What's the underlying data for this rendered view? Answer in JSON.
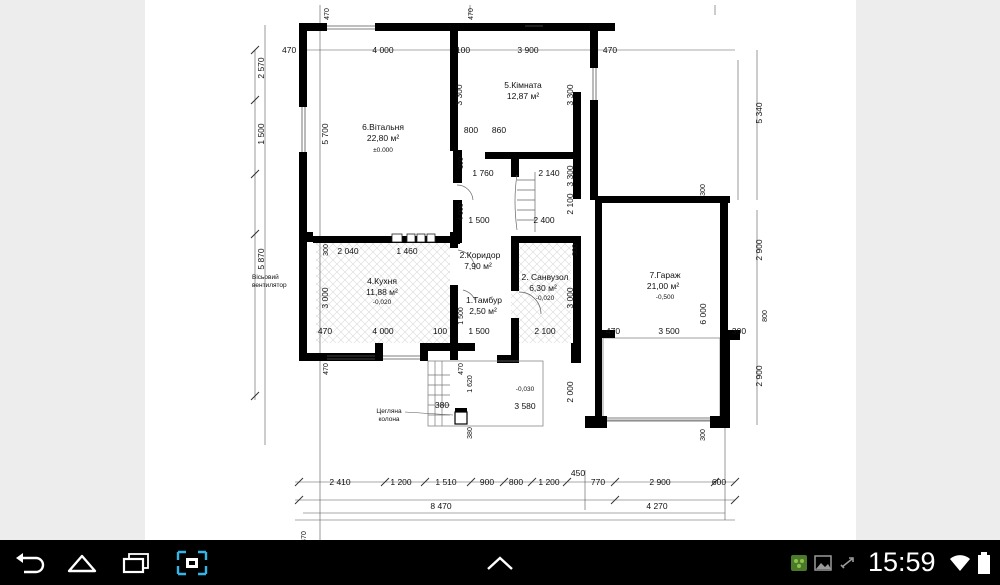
{
  "rooms": {
    "living": {
      "name": "6.Вітальня",
      "area": "22,80 м²",
      "level": "±0.000"
    },
    "room": {
      "name": "5.Кімната",
      "area": "12,87 м²"
    },
    "kitchen": {
      "name": "4.Кухня",
      "area": "11,88 м²",
      "level": "-0,020"
    },
    "corridor": {
      "name": "2.Коридор",
      "area": "7,90 м²"
    },
    "bathroom": {
      "name": "2. Санвузол",
      "area": "6,30 м²",
      "level": "-0,020"
    },
    "vestibule": {
      "name": "1.Тамбур",
      "area": "2,50 м²"
    },
    "garage": {
      "name": "7.Гараж",
      "area": "21,00 м²",
      "level": "-0,500"
    },
    "porch": {
      "level": "-0,030"
    }
  },
  "notes": {
    "fan_line1": "Вісьовий",
    "fan_line2": "вентилятор",
    "column_line1": "Цегляна",
    "column_line2": "колона"
  },
  "dims": {
    "d_470_top_left": "470",
    "d_470_top_mid": "470",
    "d_470_left": "470",
    "d_4000_top": "4 000",
    "d_100_top": "100",
    "d_3900_top": "3 900",
    "d_470_right": "470",
    "d_2570": "2 570",
    "d_1500_left": "1 500",
    "d_5700": "5 700",
    "d_3300_a": "3 300",
    "d_3300_b": "3 300",
    "d_800_a": "800",
    "d_860": "860",
    "d_100_v": "100",
    "d_1760": "1 760",
    "d_2140": "2 140",
    "d_3300_c": "3 300",
    "d_5340": "5 340",
    "d_300_garage_top": "300",
    "d_4000_v": "4 000",
    "d_1500_mid": "1 500",
    "d_2400": "2 400",
    "d_2100_v": "2 100",
    "d_2900_right_a": "2 900",
    "d_2040": "2 040",
    "d_1460": "1 460",
    "d_300_kit": "300",
    "d_300_bath": "300",
    "d_5870": "5 870",
    "d_3000_kit": "3 000",
    "d_1500_v": "1 500",
    "d_3000_bath": "3 000",
    "d_6000": "6 000",
    "d_800_right": "800",
    "d_470_kit": "470",
    "d_4000_kit": "4 000",
    "d_100_kit": "100",
    "d_1500_vest": "1 500",
    "d_2100_bath": "2 100",
    "d_470_gar": "470",
    "d_3500": "3 500",
    "d_300_gar_r": "300",
    "d_470_bottom": "470",
    "d_470_porch": "470",
    "d_1620": "1 620",
    "d_2000": "2 000",
    "d_2900_right_b": "2 900",
    "d_380_a": "380",
    "d_3580": "3 580",
    "d_380_b": "380",
    "d_300_gar_bottom": "300",
    "b_450": "450",
    "b_2410": "2 410",
    "b_1200_a": "1 200",
    "b_1510": "1 510",
    "b_900": "900",
    "b_800": "800",
    "b_1200_b": "1 200",
    "b_770": "770",
    "b_2900": "2 900",
    "b_600": "600",
    "b_8470": "8 470",
    "b_4270": "4 270",
    "b_470_edge": "470"
  },
  "status": {
    "time": "15:59"
  },
  "icons": {
    "back": "back-arrow-icon",
    "home": "home-icon",
    "recent": "recent-apps-icon",
    "screenshot": "screenshot-icon",
    "up": "chevron-up-icon",
    "notif1": "android-notification-icon",
    "notif2": "gallery-icon",
    "notif3": "usb-icon",
    "wifi": "wifi-icon",
    "battery": "battery-icon"
  },
  "colors": {
    "wall": "#000000",
    "paper": "#ffffff",
    "viewer_bg": "#ededed",
    "screenshot_accent": "#33b5e5"
  }
}
